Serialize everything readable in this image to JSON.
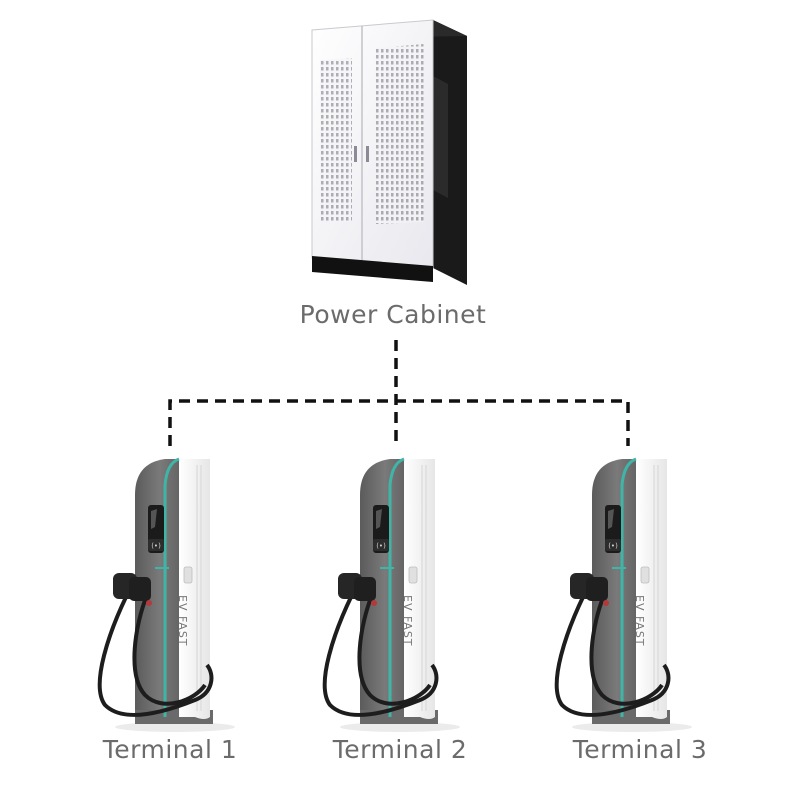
{
  "diagram": {
    "power_cabinet": {
      "label": "Power Cabinet"
    },
    "terminals": [
      {
        "label": "Terminal 1",
        "brand_text": "EV FAST"
      },
      {
        "label": "Terminal 2",
        "brand_text": "EV FAST"
      },
      {
        "label": "Terminal 3",
        "brand_text": "EV FAST"
      }
    ],
    "colors": {
      "accent": "#3fb5a8",
      "label_text": "#6b6b6b",
      "connector_line": "#111111",
      "charger_body_grey": "#6d6d6d",
      "charger_panel_white": "#f2f2f2",
      "cabinet_front": "#f4f4f6",
      "cabinet_side": "#1a1a1a"
    }
  }
}
